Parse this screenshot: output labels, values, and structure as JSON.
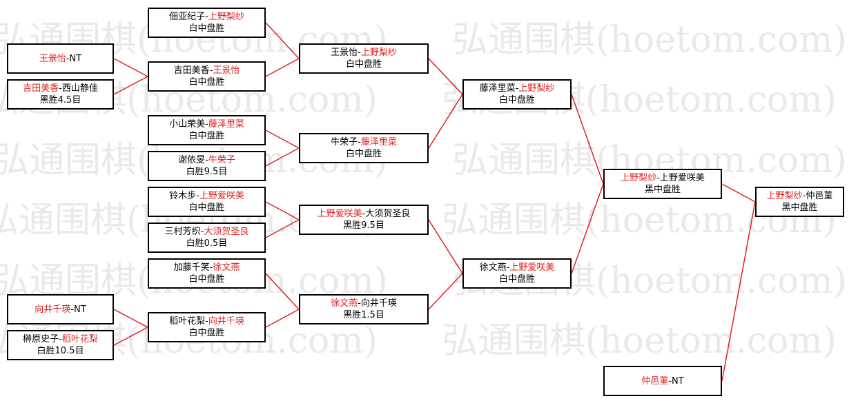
{
  "watermark": {
    "text": "弘通围棋(hoetom.com)",
    "color": "#e9e9e9"
  },
  "line_color": "#e0201f",
  "win_color": "#e0201f",
  "matches": {
    "r1_0": {
      "p1": "王景怡",
      "p2": "NT",
      "winner": 1,
      "result": ""
    },
    "r1_1": {
      "p1": "吉田美香",
      "p2": "西山静佳",
      "winner": 1,
      "result": "黑胜4.5目"
    },
    "r1_2": {
      "p1": "向井千瑛",
      "p2": "NT",
      "winner": 1,
      "result": ""
    },
    "r1_3": {
      "p1": "榊原史子",
      "p2": "稻叶花梨",
      "winner": 2,
      "result": "白胜10.5目"
    },
    "r2_0": {
      "p1": "佃亚纪子",
      "p2": "上野梨纱",
      "winner": 2,
      "result": "白中盘胜"
    },
    "r2_1": {
      "p1": "吉田美香",
      "p2": "王景怡",
      "winner": 2,
      "result": "白中盘胜"
    },
    "r2_2": {
      "p1": "小山荣美",
      "p2": "藤泽里菜",
      "winner": 2,
      "result": "白中盘胜"
    },
    "r2_3": {
      "p1": "谢依旻",
      "p2": "牛荣子",
      "winner": 2,
      "result": "白胜9.5目"
    },
    "r2_4": {
      "p1": "铃木步",
      "p2": "上野爱咲美",
      "winner": 2,
      "result": "白中盘胜"
    },
    "r2_5": {
      "p1": "三村芳织",
      "p2": "大须贺圣良",
      "winner": 2,
      "result": "白胜0.5目"
    },
    "r2_6": {
      "p1": "加藤千笑",
      "p2": "徐文燕",
      "winner": 2,
      "result": "白中盘胜"
    },
    "r2_7": {
      "p1": "稻叶花梨",
      "p2": "向井千瑛",
      "winner": 2,
      "result": "白中盘胜"
    },
    "r3_0": {
      "p1": "王景怡",
      "p2": "上野梨纱",
      "winner": 2,
      "result": "白中盘胜"
    },
    "r3_1": {
      "p1": "牛荣子",
      "p2": "藤泽里菜",
      "winner": 2,
      "result": "白中盘胜"
    },
    "r3_2": {
      "p1": "上野爱咲美",
      "p2": "大须贺圣良",
      "winner": 1,
      "result": "黑胜9.5目"
    },
    "r3_3": {
      "p1": "徐文燕",
      "p2": "向井千瑛",
      "winner": 1,
      "result": "黑胜1.5目"
    },
    "r4_0": {
      "p1": "藤泽里菜",
      "p2": "上野梨纱",
      "winner": 2,
      "result": "白中盘胜"
    },
    "r4_1": {
      "p1": "徐文燕",
      "p2": "上野爱咲美",
      "winner": 2,
      "result": "白中盘胜"
    },
    "r5_0": {
      "p1": "上野梨纱",
      "p2": "上野爱咲美",
      "winner": 1,
      "result": "黑中盘胜"
    },
    "r5_1": {
      "p1": "仲邑菫",
      "p2": "NT",
      "winner": 1,
      "result": ""
    },
    "final": {
      "p1": "上野梨纱",
      "p2": "仲邑菫",
      "winner": 1,
      "result": "黑中盘胜"
    }
  }
}
